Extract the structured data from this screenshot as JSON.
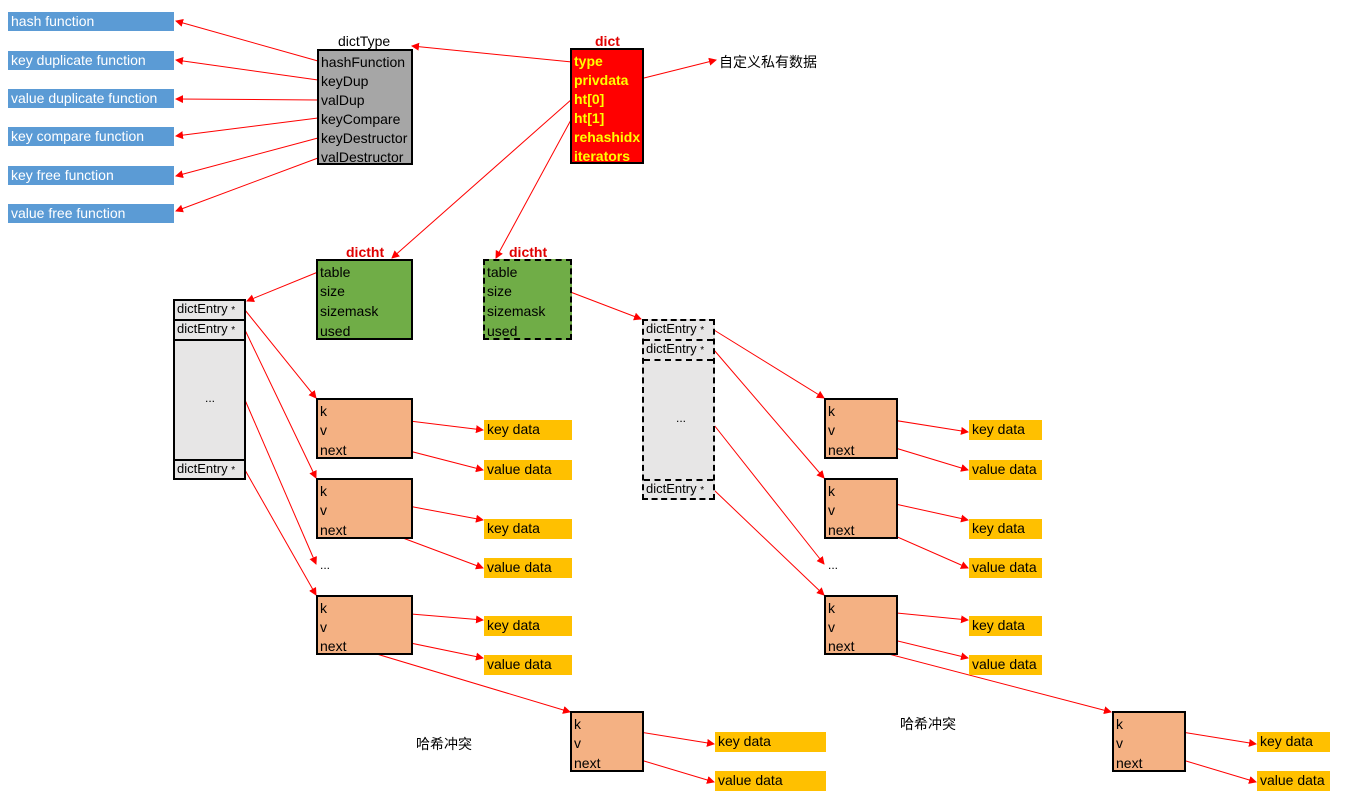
{
  "function_boxes": [
    "hash function",
    "key duplicate function",
    "value duplicate function",
    "key compare function",
    "key free function",
    "value free function"
  ],
  "dictType": {
    "title": "dictType",
    "fields": [
      "hashFunction",
      "keyDup",
      "valDup",
      "keyCompare",
      "keyDestructor",
      "valDestructor"
    ]
  },
  "dict": {
    "title": "dict",
    "fields": [
      "type",
      "privdata",
      "ht[0]",
      "ht[1]",
      "rehashidx",
      "iterators"
    ],
    "privdata_note": "自定义私有数据"
  },
  "dictht": {
    "title": "dictht",
    "fields": [
      "table",
      "size",
      "sizemask",
      "used"
    ]
  },
  "table_array": {
    "entry_label": "dictEntry",
    "star": "*",
    "ellipsis": "..."
  },
  "entry": {
    "fields": [
      "k",
      "v",
      "next"
    ],
    "key_data": "key data",
    "value_data": "value data"
  },
  "chain_ellipsis": "...",
  "collision_label": "哈希冲突",
  "colors": {
    "function_box": "#5b9bd5",
    "dictType": "#a6a6a6",
    "dict": "#ff0000",
    "dict_text": "#ffff00",
    "dictht": "#70ad47",
    "entry": "#f4b183",
    "data_box": "#ffc000",
    "table_array": "#e7e6e6",
    "arrow": "#ff0000",
    "title_red": "#e00000"
  }
}
